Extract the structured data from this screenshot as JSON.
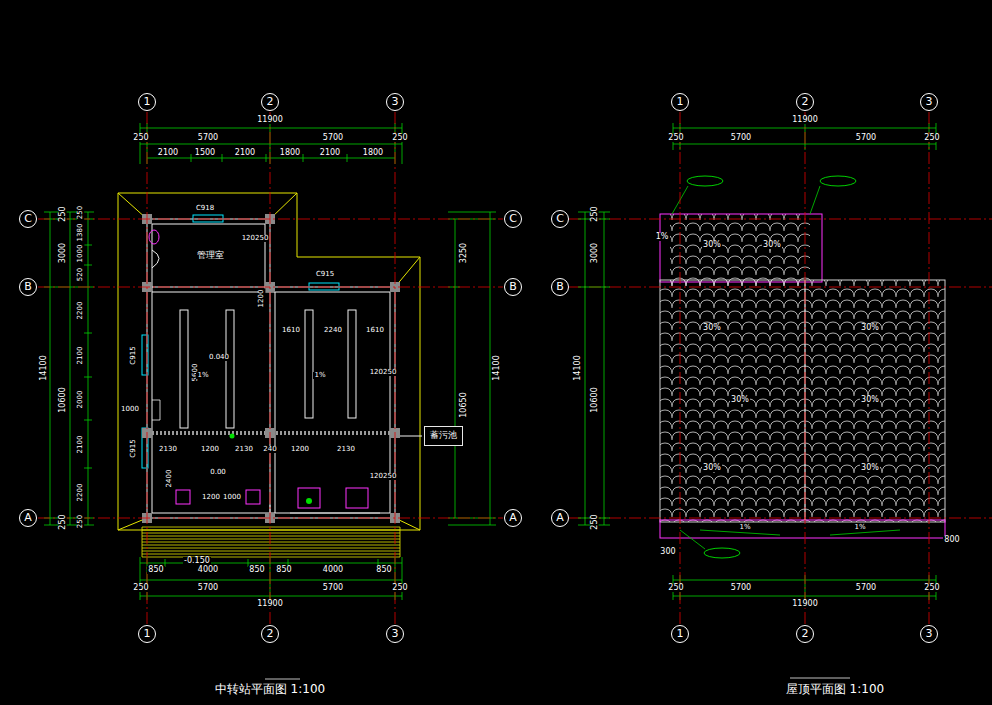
{
  "diagram": {
    "nodes": [
      {
        "text": [
          "1"
        ]
      },
      {
        "text": [
          "2"
        ]
      },
      {
        "text": [
          "3"
        ]
      },
      {
        "text": [
          "1"
        ]
      },
      {
        "text": [
          "2"
        ]
      },
      {
        "text": [
          "3"
        ]
      },
      {
        "text": [
          "C"
        ]
      },
      {
        "text": [
          "C"
        ]
      },
      {
        "text": [
          "C"
        ]
      },
      {
        "text": [
          "B"
        ]
      },
      {
        "text": [
          "B"
        ]
      },
      {
        "text": [
          "B"
        ]
      },
      {
        "text": [
          "蓄污池"
        ]
      },
      {
        "text": [
          "A"
        ]
      },
      {
        "text": [
          "A"
        ]
      },
      {
        "text": [
          "A"
        ]
      },
      {
        "text": [
          "1"
        ]
      },
      {
        "text": [
          "2"
        ]
      },
      {
        "text": [
          "3"
        ]
      },
      {
        "text": [
          "1"
        ]
      },
      {
        "text": [
          "2"
        ]
      },
      {
        "text": [
          "3"
        ]
      }
    ],
    "edges": [
      {
        "from": 0,
        "to": 16,
        "arrow": "none"
      },
      {
        "from": 1,
        "to": 17,
        "arrow": "none"
      },
      {
        "from": 2,
        "to": 18,
        "arrow": "none"
      },
      {
        "from": 3,
        "to": 19,
        "arrow": "none"
      },
      {
        "from": 4,
        "to": 20,
        "arrow": "none"
      },
      {
        "from": 5,
        "to": 21,
        "arrow": "none"
      },
      {
        "from": 6,
        "to": 7,
        "arrow": "none"
      },
      {
        "from": 9,
        "to": 10,
        "arrow": "none"
      },
      {
        "from": 13,
        "to": 14,
        "arrow": "none"
      }
    ],
    "labels": [
      "11900",
      "250",
      "5700",
      "5700",
      "250",
      "2100",
      "1500",
      "2100",
      "1800",
      "2100",
      "1800",
      "14100",
      "250",
      "3000",
      "10600",
      "250",
      "250",
      "1380",
      "1000",
      "520",
      "2200",
      "2100",
      "2000",
      "2100",
      "2200",
      "250",
      "3250",
      "14100",
      "10650",
      "850",
      "4000",
      "850",
      "850",
      "4000",
      "850",
      "250",
      "5700",
      "5700",
      "250",
      "11900",
      "C918",
      "管理室",
      "120250",
      "C915",
      "C915",
      "C915",
      "1200",
      "1610",
      "2240",
      "1610",
      "5600",
      "0.040",
      "1%",
      "1%",
      "120250",
      "1000",
      "2130",
      "1200",
      "2130",
      "240",
      "1200",
      "2130",
      "2400",
      "0.00",
      "1200",
      "1000",
      "120250",
      "-0.150",
      "中转站平面图 1:100",
      "11900",
      "250",
      "5700",
      "5700",
      "250",
      "14100",
      "250",
      "3000",
      "10600",
      "250",
      "30%",
      "30%",
      "30%",
      "30%",
      "30%",
      "30%",
      "30%",
      "30%",
      "1%",
      "1%",
      "1%",
      "300",
      "800",
      "250",
      "5700",
      "5700",
      "250",
      "11900",
      "屋顶平面图 1:100"
    ]
  }
}
